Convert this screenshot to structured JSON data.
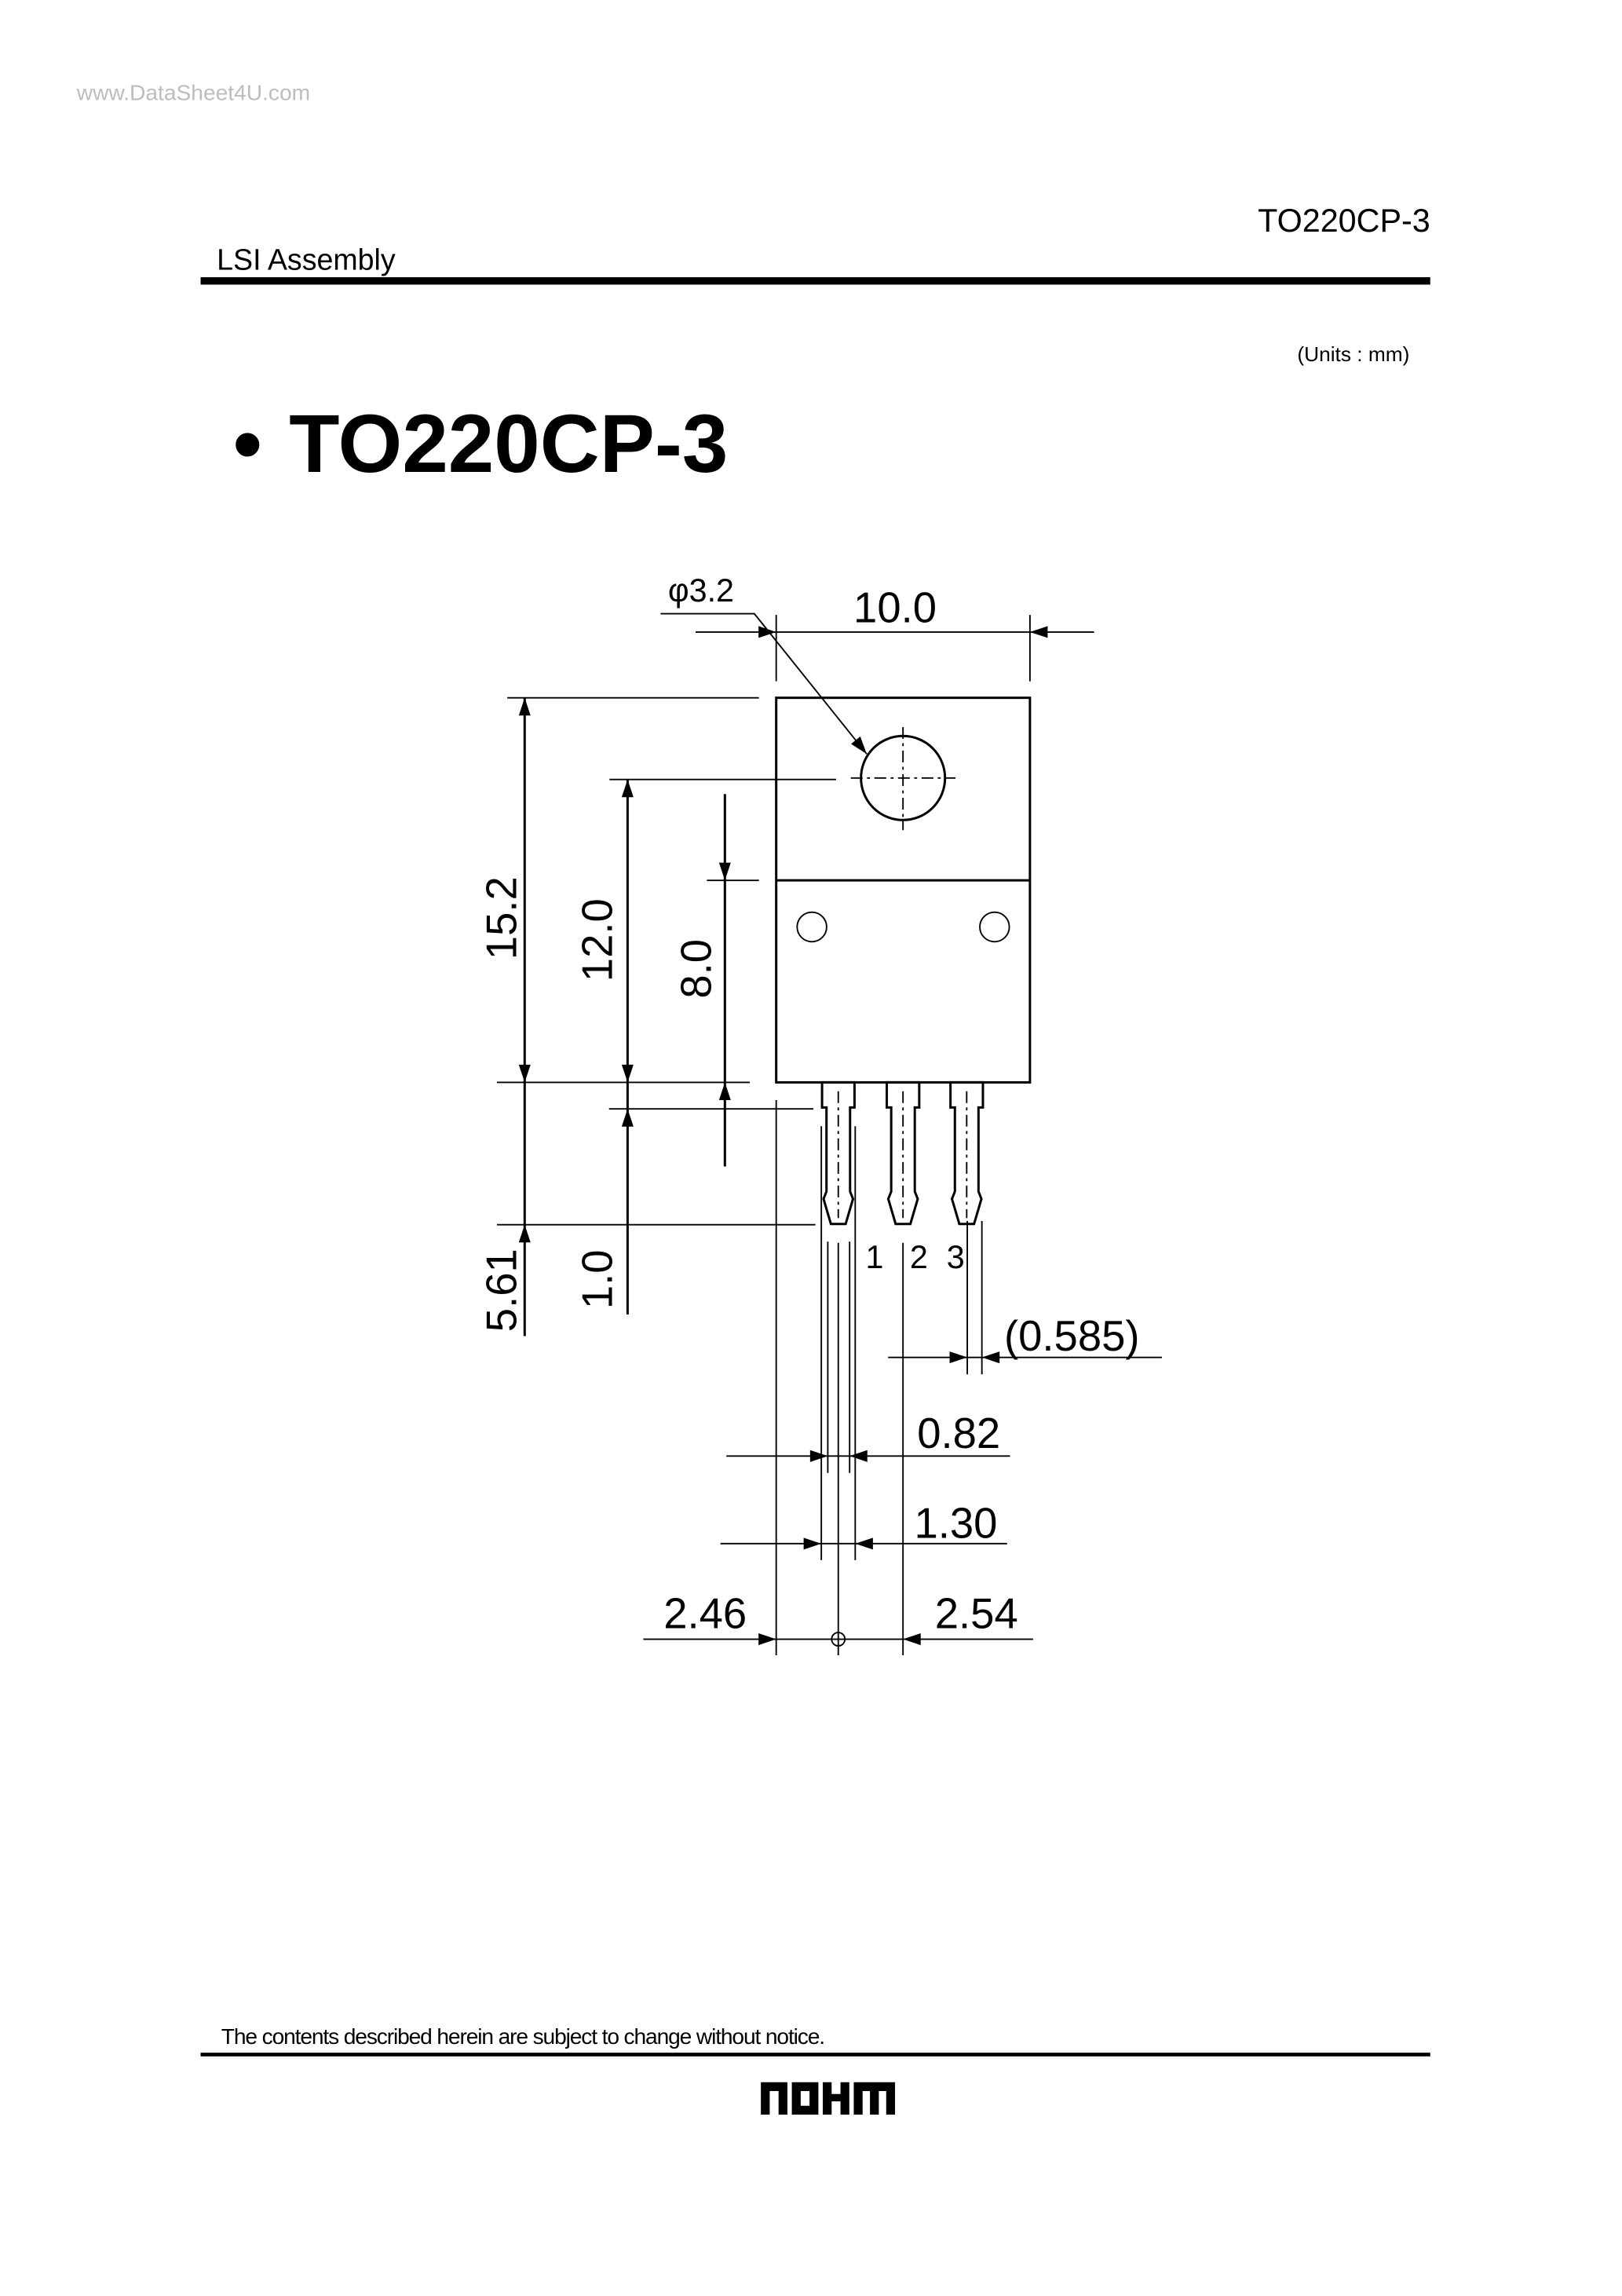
{
  "watermark": "www.DataSheet4U.com",
  "header": {
    "package_code": "TO220CP-3",
    "section": "LSI Assembly"
  },
  "units_note": "(Units : mm)",
  "title": {
    "bullet": "•",
    "text": "TO220CP-3"
  },
  "drawing": {
    "hole_diameter": "φ3.2",
    "width": "10.0",
    "body_height": "15.2",
    "hole_to_bottom": "12.0",
    "mold_height": "8.0",
    "lead_length": "5.61",
    "shoulder": "1.0",
    "lead_thickness": "(0.585)",
    "lead_width_tip": "0.82",
    "lead_width_shoulder": "1.30",
    "edge_to_pin1": "2.46",
    "pin_pitch": "2.54",
    "pin_labels": [
      "1",
      "2",
      "3"
    ]
  },
  "footer": {
    "notice": "The contents described herein are subject to change without notice.",
    "logo": "ROHM"
  }
}
